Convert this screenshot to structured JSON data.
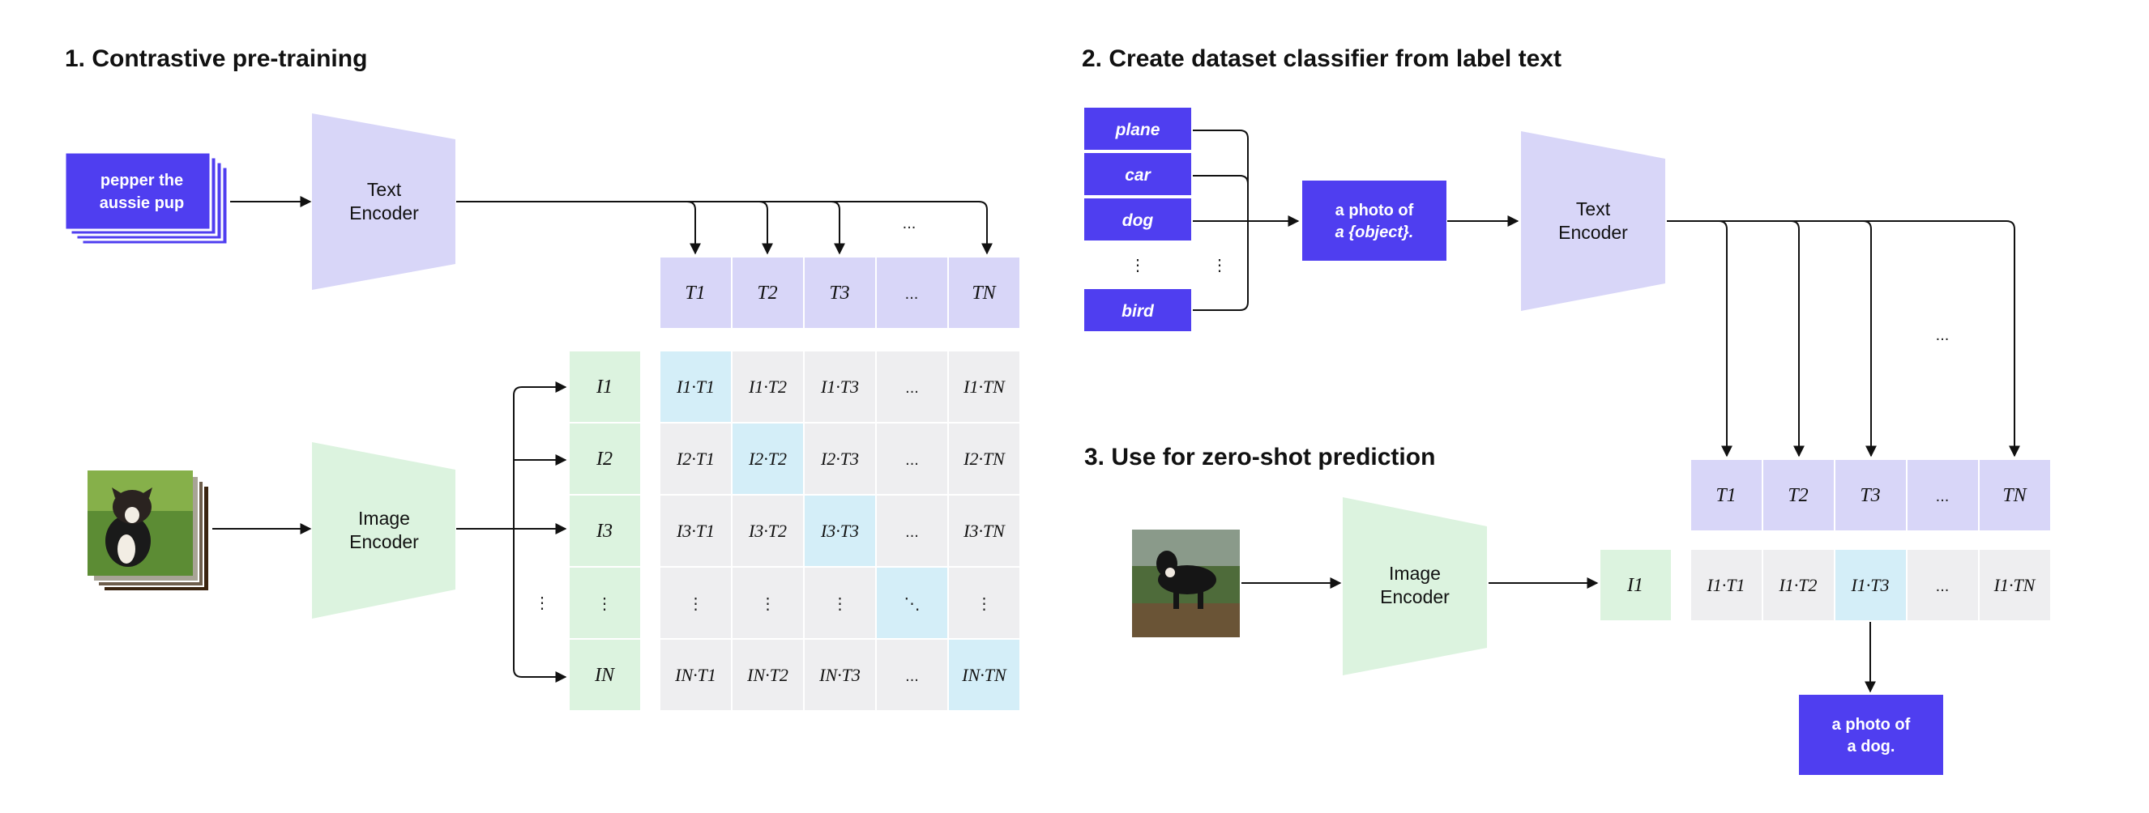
{
  "section1": {
    "title": "1. Contrastive pre-training",
    "input_text": [
      "pepper the",
      "aussie pup"
    ],
    "text_encoder": [
      "Text",
      "Encoder"
    ],
    "image_encoder": [
      "Image",
      "Encoder"
    ],
    "text_features": [
      "T1",
      "T2",
      "T3",
      "...",
      "TN"
    ],
    "image_features": [
      "I1",
      "I2",
      "I3",
      "⋮",
      "IN"
    ],
    "matrix": [
      [
        "I1·T1",
        "I1·T2",
        "I1·T3",
        "...",
        "I1·TN"
      ],
      [
        "I2·T1",
        "I2·T2",
        "I2·T3",
        "...",
        "I2·TN"
      ],
      [
        "I3·T1",
        "I3·T2",
        "I3·T3",
        "...",
        "I3·TN"
      ],
      [
        "⋮",
        "⋮",
        "⋮",
        "⋱",
        "⋮"
      ],
      [
        "IN·T1",
        "IN·T2",
        "IN·T3",
        "...",
        "IN·TN"
      ]
    ],
    "highlighted_cells": [
      [
        0,
        0
      ],
      [
        1,
        1
      ],
      [
        2,
        2
      ],
      [
        3,
        3
      ],
      [
        4,
        4
      ]
    ],
    "fan_ellipsis": "...",
    "row_ellipsis": "⋮"
  },
  "section2": {
    "title": "2. Create dataset classifier from label text",
    "labels": [
      "plane",
      "car",
      "dog",
      "⋮",
      "bird"
    ],
    "list_ellipsis": "⋮",
    "template_prefix": "a photo of",
    "template_object": "a {object}.",
    "text_encoder": [
      "Text",
      "Encoder"
    ],
    "fan_ellipsis": "..."
  },
  "section3": {
    "title": "3. Use for zero-shot prediction",
    "image_encoder": [
      "Image",
      "Encoder"
    ],
    "image_feature": "I1",
    "text_features": [
      "T1",
      "T2",
      "T3",
      "...",
      "TN"
    ],
    "scores": [
      "I1·T1",
      "I1·T2",
      "I1·T3",
      "...",
      "I1·TN"
    ],
    "highlighted_index": 2,
    "prediction": [
      "a photo of",
      "a dog."
    ]
  },
  "colors": {
    "text_feature_fill": "#d8d6f8",
    "image_feature_fill": "#dcf3df",
    "matrix_cell_fill": "#eeeef0",
    "highlight_fill": "#d4eef8",
    "accent_purple": "#4f3ef0"
  }
}
